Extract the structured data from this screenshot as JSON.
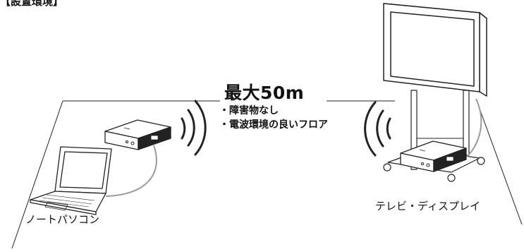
{
  "header_fragment": "【設置環境】",
  "range": {
    "title": "最大50m",
    "conditions": [
      "・障害物なし",
      "・電波環境の良いフロア"
    ]
  },
  "devices": {
    "laptop_label": "ノートパソコン",
    "display_label": "テレビ・ディスプレイ"
  },
  "colors": {
    "line": "#222222",
    "cable": "#9a9a9a",
    "background": "#ffffff"
  }
}
